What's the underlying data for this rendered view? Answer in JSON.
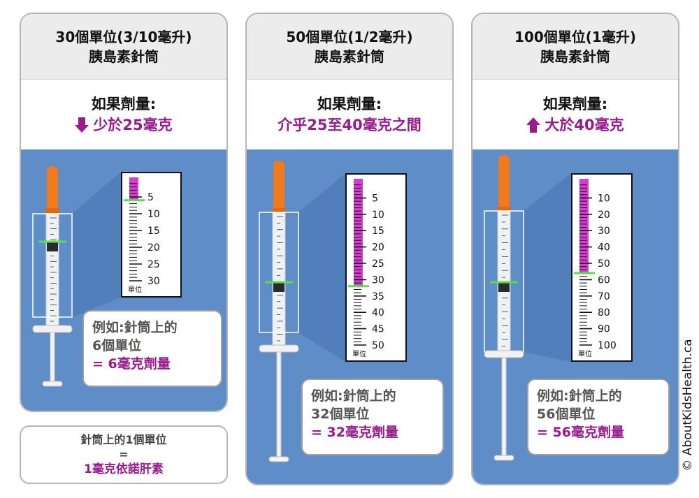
{
  "panels": [
    {
      "title_line1": "30個單位(3/10毫升)",
      "title_line2": "胰島素針筒",
      "dose_label": "如果劑量:",
      "dose_icon": "arrow-down-icon",
      "dose_range": "少於25毫克",
      "scale_ticks": [
        "5",
        "10",
        "15",
        "20",
        "25",
        "30"
      ],
      "scale_unit": "單位",
      "example_line1": "例如:針筒上的",
      "example_line2": "6個單位",
      "example_result": "= 6毫克劑量",
      "fill_units": 6,
      "max_units": 30
    },
    {
      "title_line1": "50個單位(1/2毫升)",
      "title_line2": "胰島素針筒",
      "dose_label": "如果劑量:",
      "dose_icon": "",
      "dose_range": "介乎25至40毫克之間",
      "scale_ticks": [
        "5",
        "10",
        "15",
        "20",
        "25",
        "30",
        "35",
        "40",
        "45",
        "50"
      ],
      "scale_unit": "單位",
      "example_line1": "例如:針筒上的",
      "example_line2": "32個單位",
      "example_result": "= 32毫克劑量",
      "fill_units": 32,
      "max_units": 50
    },
    {
      "title_line1": "100個單位(1毫升)",
      "title_line2": "胰島素針筒",
      "dose_label": "如果劑量:",
      "dose_icon": "arrow-up-icon",
      "dose_range": "大於40毫克",
      "scale_ticks": [
        "10",
        "20",
        "30",
        "40",
        "50",
        "60",
        "70",
        "80",
        "90",
        "100"
      ],
      "scale_unit": "單位",
      "example_line1": "例如:針筒上的",
      "example_line2": "56個單位",
      "example_result": "= 56毫克劑量",
      "fill_units": 56,
      "max_units": 100
    }
  ],
  "note": {
    "line1": "針筒上的1個單位",
    "line2": "=",
    "line3": "1毫克依諾肝素"
  },
  "copyright": "© AboutKidsHealth.ca",
  "colors": {
    "accent_purple": "#9a1a8f",
    "fill_magenta": "#d43fd0",
    "panel_blue": "#5e8dc7",
    "cap_orange": "#f07a1c",
    "marker_green": "#56e04b"
  }
}
